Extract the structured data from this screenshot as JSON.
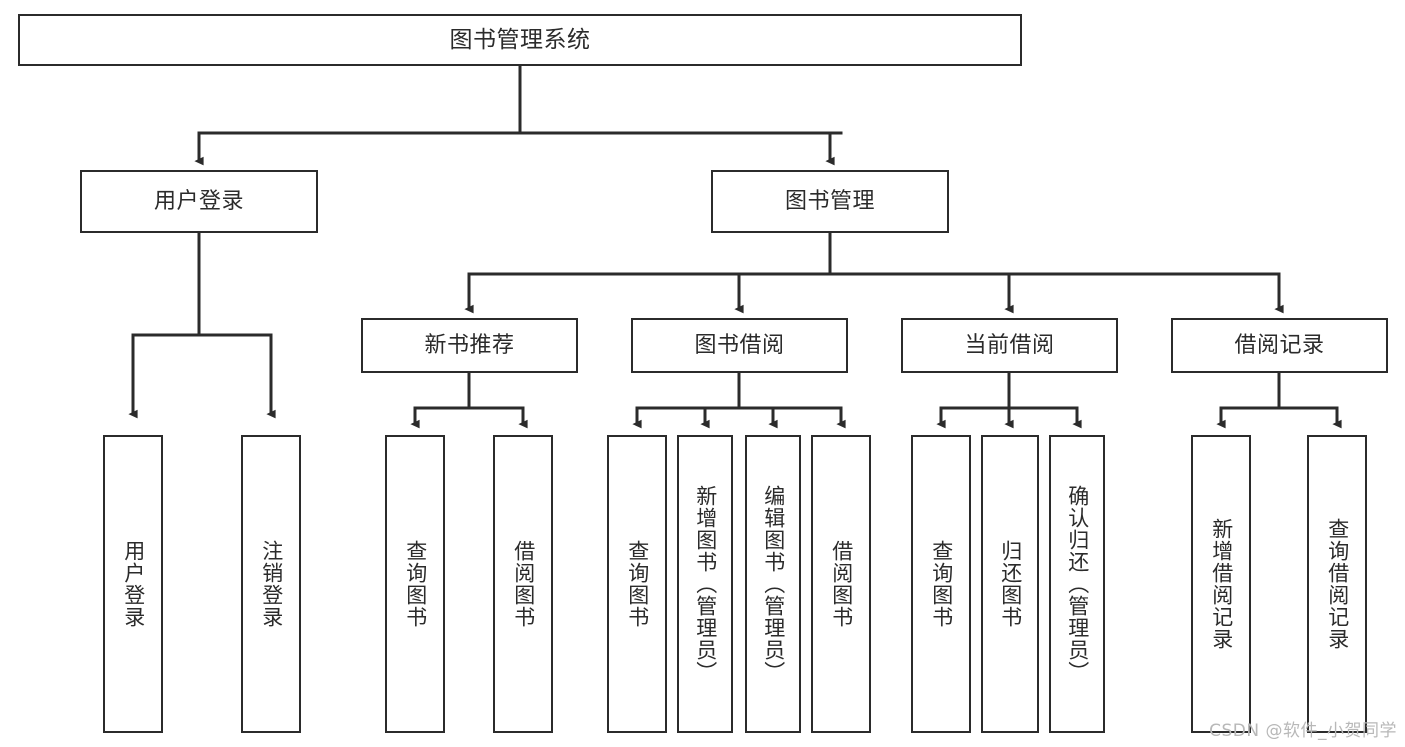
{
  "diagram": {
    "title": "图书管理系统",
    "type": "tree-hierarchy-diagram",
    "colors": {
      "box_border": "#2b2b2b",
      "box_fill": "#ffffff",
      "edge": "#2b2b2b",
      "text": "#2b2b2b",
      "background": "#ffffff",
      "watermark": "#b8b8b8"
    },
    "nodes": {
      "root": {
        "label": "图书管理系统"
      },
      "level2": [
        {
          "label": "用户登录"
        },
        {
          "label": "图书管理"
        }
      ],
      "level3": [
        {
          "label": "新书推荐"
        },
        {
          "label": "图书借阅"
        },
        {
          "label": "当前借阅"
        },
        {
          "label": "借阅记录"
        }
      ],
      "leaves": {
        "user_login": [
          {
            "label": "用户登录"
          },
          {
            "label": "注销登录"
          }
        ],
        "new_book_recommend": [
          {
            "label": "查询图书"
          },
          {
            "label": "借阅图书"
          }
        ],
        "book_borrow": [
          {
            "label": "查询图书"
          },
          {
            "label": "新增图书（管理员）"
          },
          {
            "label": "编辑图书（管理员）"
          },
          {
            "label": "借阅图书"
          }
        ],
        "current_borrow": [
          {
            "label": "查询图书"
          },
          {
            "label": "归还图书"
          },
          {
            "label": "确认归还（管理员）"
          }
        ],
        "borrow_records": [
          {
            "label": "新增借阅记录"
          },
          {
            "label": "查询借阅记录"
          }
        ]
      }
    },
    "watermark": "CSDN @软件_小贺同学"
  }
}
